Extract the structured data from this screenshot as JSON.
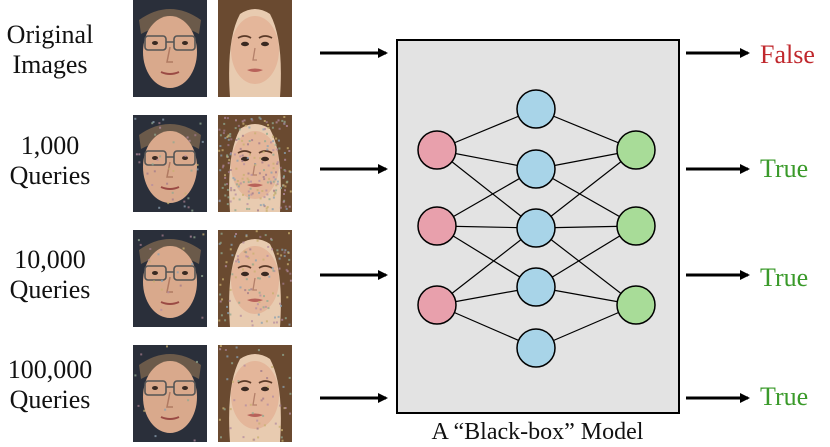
{
  "rows": [
    {
      "label_line1": "Original",
      "label_line2": "Images",
      "output": "False",
      "output_color": "#c0282d",
      "noise_a": 0.0,
      "noise_b": 0.0
    },
    {
      "label_line1": "1,000",
      "label_line2": "Queries",
      "output": "True",
      "output_color": "#3a9a2a",
      "noise_a": 0.15,
      "noise_b": 0.85
    },
    {
      "label_line1": "10,000",
      "label_line2": "Queries",
      "output": "True",
      "output_color": "#3a9a2a",
      "noise_a": 0.08,
      "noise_b": 0.45
    },
    {
      "label_line1": "100,000",
      "label_line2": "Queries",
      "output": "True",
      "output_color": "#3a9a2a",
      "noise_a": 0.04,
      "noise_b": 0.2
    }
  ],
  "model_caption": "A “Black-box” Model",
  "colors": {
    "box_fill": "#e3e3e3",
    "input_node": "#e8a0ac",
    "hidden_node": "#a8d4e8",
    "output_node": "#a8dc98"
  }
}
